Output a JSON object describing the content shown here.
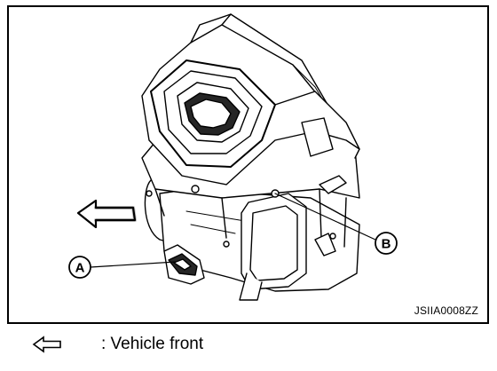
{
  "figure": {
    "code": "JSIIA0008ZZ",
    "callouts": [
      {
        "id": "A",
        "label": "A"
      },
      {
        "id": "B",
        "label": "B"
      }
    ]
  },
  "legend": {
    "icon": "hollow-left-arrow-icon",
    "text": ": Vehicle front"
  }
}
